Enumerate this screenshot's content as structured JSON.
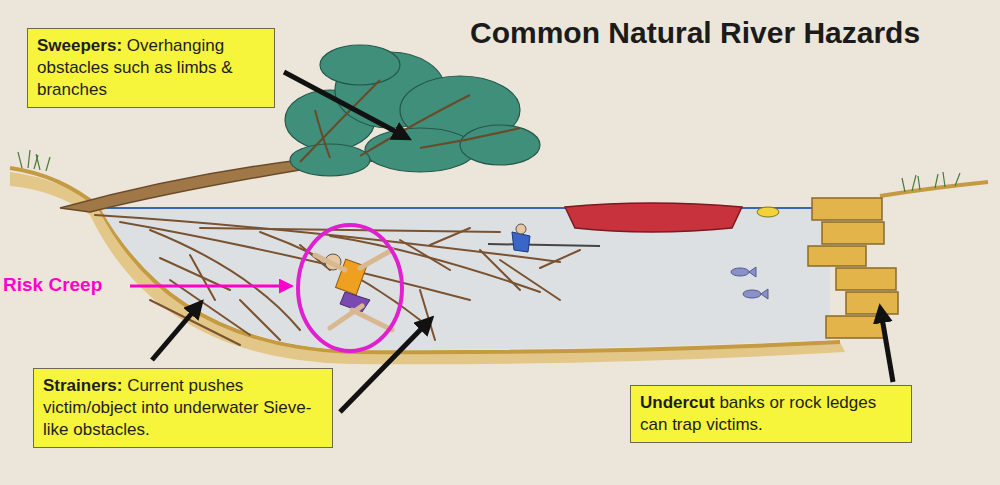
{
  "diagram": {
    "title": "Common Natural River Hazards",
    "nodes": [
      {
        "text": [
          "Sweepers:",
          "Overhanging obstacles such as limbs & branches"
        ]
      },
      {
        "text": [
          "Strainers:",
          "Current pushes victim/object into underwater Sieve-like obstacles."
        ]
      },
      {
        "text": [
          "Undercut",
          "banks or rock ledges can trap victims."
        ]
      }
    ],
    "labels": [
      "Risk Creep"
    ]
  }
}
